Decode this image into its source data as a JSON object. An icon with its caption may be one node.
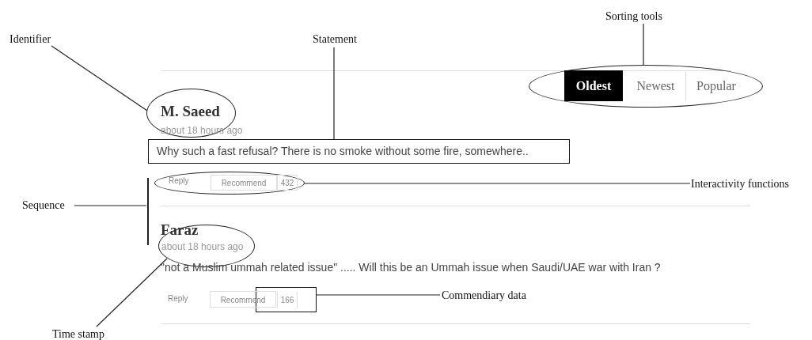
{
  "diagram": {
    "nodes": [
      {
        "text": [
          "Sorting tools"
        ]
      },
      {
        "text": [
          "Oldest",
          "Newest",
          "Popular"
        ]
      },
      {
        "text": [
          "Identifier"
        ]
      },
      {
        "text": [
          "Statement"
        ]
      },
      {
        "text": [
          "M. Saeed"
        ]
      },
      {
        "text": [
          "Why such a fast refusal? There is no smoke without some fire, somewhere.."
        ]
      },
      {
        "text": [
          "Interactivity functions"
        ]
      },
      {
        "text": [
          "Reply",
          "Recommend",
          "432"
        ]
      },
      {
        "text": [
          "Sequence"
        ]
      },
      {
        "text": [],
        "shape": "bar"
      },
      {
        "text": [
          "about 18 hours ago"
        ]
      },
      {
        "text": [
          "Time stamp"
        ]
      },
      {
        "text": [
          "Commendiary data"
        ]
      },
      {
        "text": [
          "166"
        ]
      }
    ],
    "edges": [
      {
        "from": 0,
        "to": 1,
        "arrow": "none"
      },
      {
        "from": 2,
        "to": 4,
        "arrow": "none"
      },
      {
        "from": 3,
        "to": 5,
        "arrow": "none"
      },
      {
        "from": 6,
        "to": 7,
        "arrow": "none"
      },
      {
        "from": 8,
        "to": 9,
        "arrow": "none"
      },
      {
        "from": 11,
        "to": 10,
        "arrow": "none"
      },
      {
        "from": 12,
        "to": 13,
        "arrow": "none"
      }
    ],
    "labels": [
      "about 18 hours ago",
      "Faraz",
      "\"not a Muslim ummah related issue\" ..... Will this be an Ummah issue when Saudi/UAE war with Iran ?",
      "Reply",
      "Recommend"
    ]
  }
}
